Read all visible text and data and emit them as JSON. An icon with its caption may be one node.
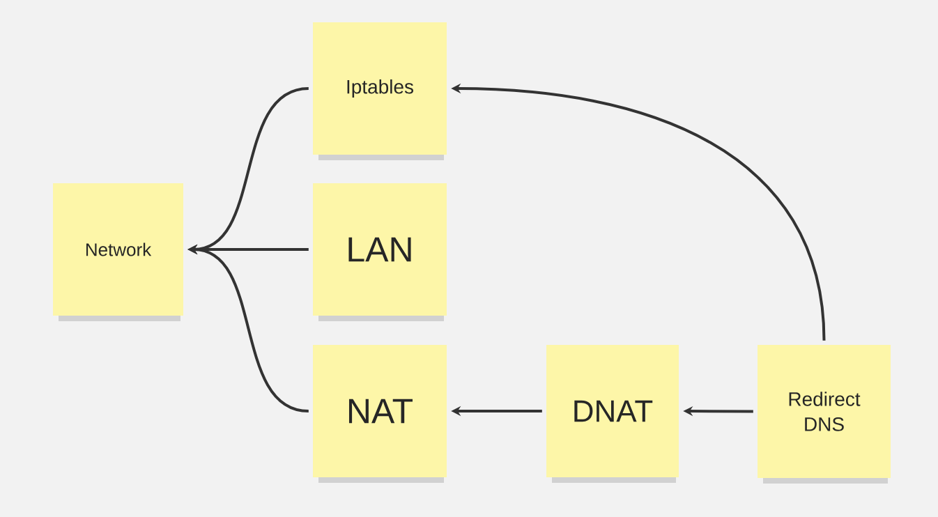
{
  "diagram": {
    "nodes": [
      {
        "text": [
          "Network"
        ]
      },
      {
        "text": [
          "Iptables"
        ]
      },
      {
        "text": [
          "LAN"
        ]
      },
      {
        "text": [
          "NAT"
        ]
      },
      {
        "text": [
          "DNAT"
        ]
      },
      {
        "text": [
          "Redirect DNS"
        ]
      }
    ],
    "edges": [
      {
        "from": 1,
        "to": 0,
        "arrow": "to"
      },
      {
        "from": 2,
        "to": 0,
        "arrow": "to"
      },
      {
        "from": 3,
        "to": 0,
        "arrow": "to"
      },
      {
        "from": 4,
        "to": 3,
        "arrow": "to"
      },
      {
        "from": 5,
        "to": 4,
        "arrow": "to"
      },
      {
        "from": 5,
        "to": 1,
        "arrow": "to"
      }
    ]
  }
}
